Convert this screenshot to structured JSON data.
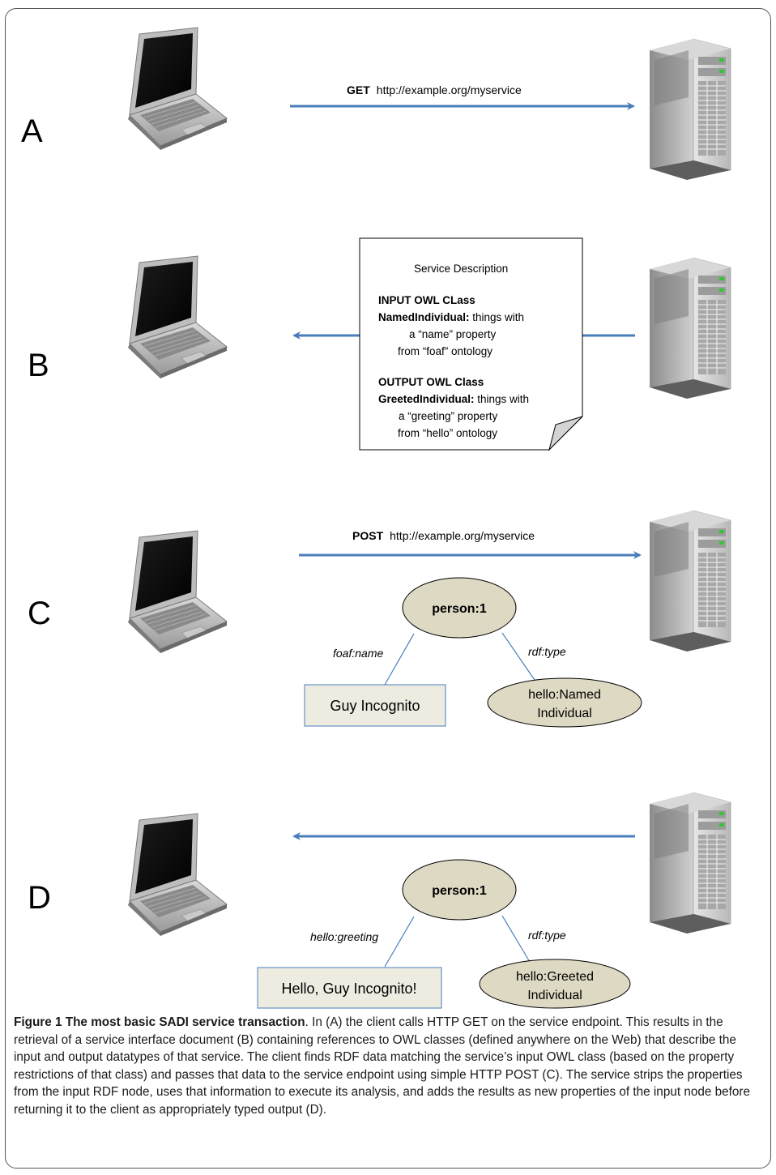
{
  "panels": {
    "a": {
      "label": "A",
      "request": {
        "method": "GET",
        "url": "http://example.org/myservice"
      }
    },
    "b": {
      "label": "B",
      "doc": {
        "title": "Service Description",
        "input_heading": "INPUT OWL CLass",
        "input_class": "NamedIndividual:",
        "input_desc_1": " things with",
        "input_desc_2": "a “name” property",
        "input_desc_3": "from “foaf” ontology",
        "output_heading": "OUTPUT OWL Class",
        "output_class": "GreetedIndividual:",
        "output_desc_1": " things with",
        "output_desc_2": "a “greeting” property",
        "output_desc_3": "from “hello” ontology"
      }
    },
    "c": {
      "label": "C",
      "request": {
        "method": "POST",
        "url": "http://example.org/myservice"
      },
      "node": "person:1",
      "left_edge": "foaf:name",
      "right_edge": "rdf:type",
      "literal": "Guy Incognito",
      "type_line1": "hello:Named",
      "type_line2": "Individual"
    },
    "d": {
      "label": "D",
      "node": "person:1",
      "left_edge": "hello:greeting",
      "right_edge": "rdf:type",
      "literal": "Hello, Guy Incognito!",
      "type_line1": "hello:Greeted",
      "type_line2": "Individual"
    }
  },
  "caption": {
    "lead": "Figure 1 The most basic SADI service transaction",
    "text": ". In (A) the client calls HTTP GET on the service endpoint. This results in the retrieval of a service interface document (B) containing references to OWL classes (defined anywhere on the Web) that describe the input and output datatypes of that service. The client finds RDF data matching the service’s input OWL class (based on the property restrictions of that class) and passes that data to the service endpoint using simple HTTP POST (C). The service strips the properties from the input RDF node, uses that information to execute its analysis, and adds the results as new properties of the input node before returning it to the client as appropriately typed output (D)."
  },
  "colors": {
    "arrow": "#4a7ebb",
    "node_fill": "#ddd9c3",
    "literal_fill": "#eeece1",
    "edge": "#4a7ebb",
    "text": "#000000"
  },
  "icons": {
    "client": "laptop-icon",
    "server": "server-tower-icon"
  }
}
